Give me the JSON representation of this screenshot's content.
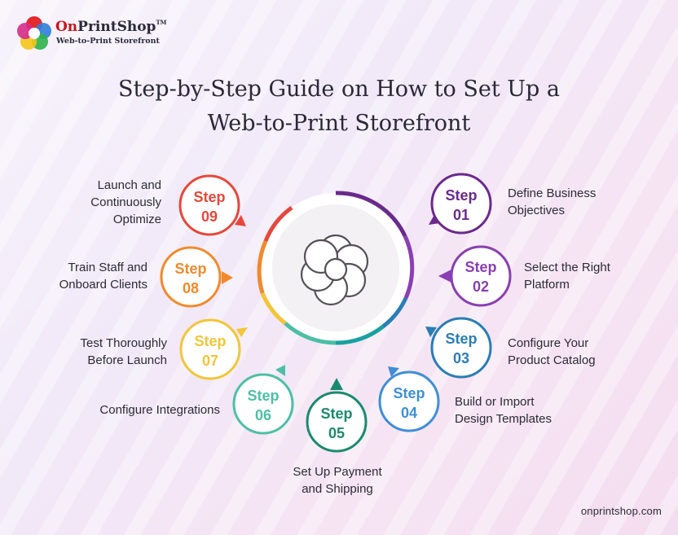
{
  "brand": {
    "name_part1": "On",
    "name_part2": "PrintShop",
    "trademark": "TM",
    "tagline": "Web-to-Print Storefront"
  },
  "title": {
    "line1": "Step-by-Step Guide on How to Set Up a",
    "line2": "Web-to-Print Storefront"
  },
  "steps": [
    {
      "word": "Step",
      "number": "01",
      "label_line1": "Define Business",
      "label_line2": "Objectives",
      "color": "#6a2a8c"
    },
    {
      "word": "Step",
      "number": "02",
      "label_line1": "Select the Right",
      "label_line2": "Platform",
      "color": "#8a3fb2"
    },
    {
      "word": "Step",
      "number": "03",
      "label_line1": "Configure Your",
      "label_line2": "Product Catalog",
      "color": "#2a7db5"
    },
    {
      "word": "Step",
      "number": "04",
      "label_line1": "Build or Import",
      "label_line2": "Design Templates",
      "color": "#3f8ed6"
    },
    {
      "word": "Step",
      "number": "05",
      "label_line1": "Set Up Payment",
      "label_line2": "and Shipping",
      "color": "#1a8a6e"
    },
    {
      "word": "Step",
      "number": "06",
      "label_line1": "Configure Integrations",
      "label_line2": "",
      "color": "#4dbfa6"
    },
    {
      "word": "Step",
      "number": "07",
      "label_line1": "Test Thoroughly",
      "label_line2": "Before Launch",
      "color": "#f2c53a"
    },
    {
      "word": "Step",
      "number": "08",
      "label_line1": "Train Staff and",
      "label_line2": "Onboard Clients",
      "color": "#f08a2c"
    },
    {
      "word": "Step",
      "number": "09",
      "label_line1": "Launch and",
      "label_line2": "Continuously",
      "label_line3": "Optimize",
      "color": "#e5483b"
    }
  ],
  "footer": "onprintshop.com"
}
